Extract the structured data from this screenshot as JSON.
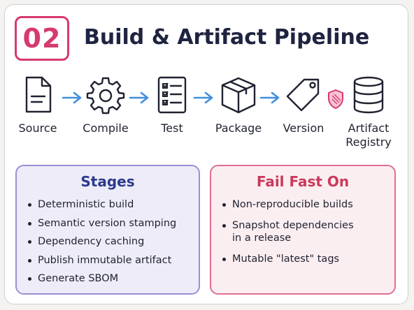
{
  "header": {
    "number": "02",
    "title": "Build & Artifact Pipeline"
  },
  "pipeline": {
    "stages": [
      {
        "label": "Source",
        "icon": "document-icon"
      },
      {
        "label": "Compile",
        "icon": "gear-icon"
      },
      {
        "label": "Test",
        "icon": "checklist-icon"
      },
      {
        "label": "Package",
        "icon": "box-icon"
      },
      {
        "label": "Version",
        "icon": "tag-icon"
      },
      {
        "label": "Artifact Registry",
        "icon": "database-icon"
      }
    ],
    "arrow_icon": "arrow-right-icon",
    "badge_icon": "shield-icon"
  },
  "stages_panel": {
    "title": "Stages",
    "items": [
      "Deterministic build",
      "Semantic version stamping",
      "Dependency caching",
      "Publish immutable artifact",
      "Generate SBOM"
    ]
  },
  "fail_panel": {
    "title": "Fail Fast On",
    "items": [
      "Non-reproducible builds",
      "Snapshot dependencies in a release",
      "Mutable \"latest\" tags"
    ]
  },
  "colors": {
    "accent": "#d63a6e",
    "arrow": "#3f8fde",
    "ink": "#1f2230",
    "stages_border": "#9a8fd6",
    "stages_bg": "#eeecf8",
    "fail_border": "#e06f93",
    "fail_bg": "#fbeef1"
  }
}
